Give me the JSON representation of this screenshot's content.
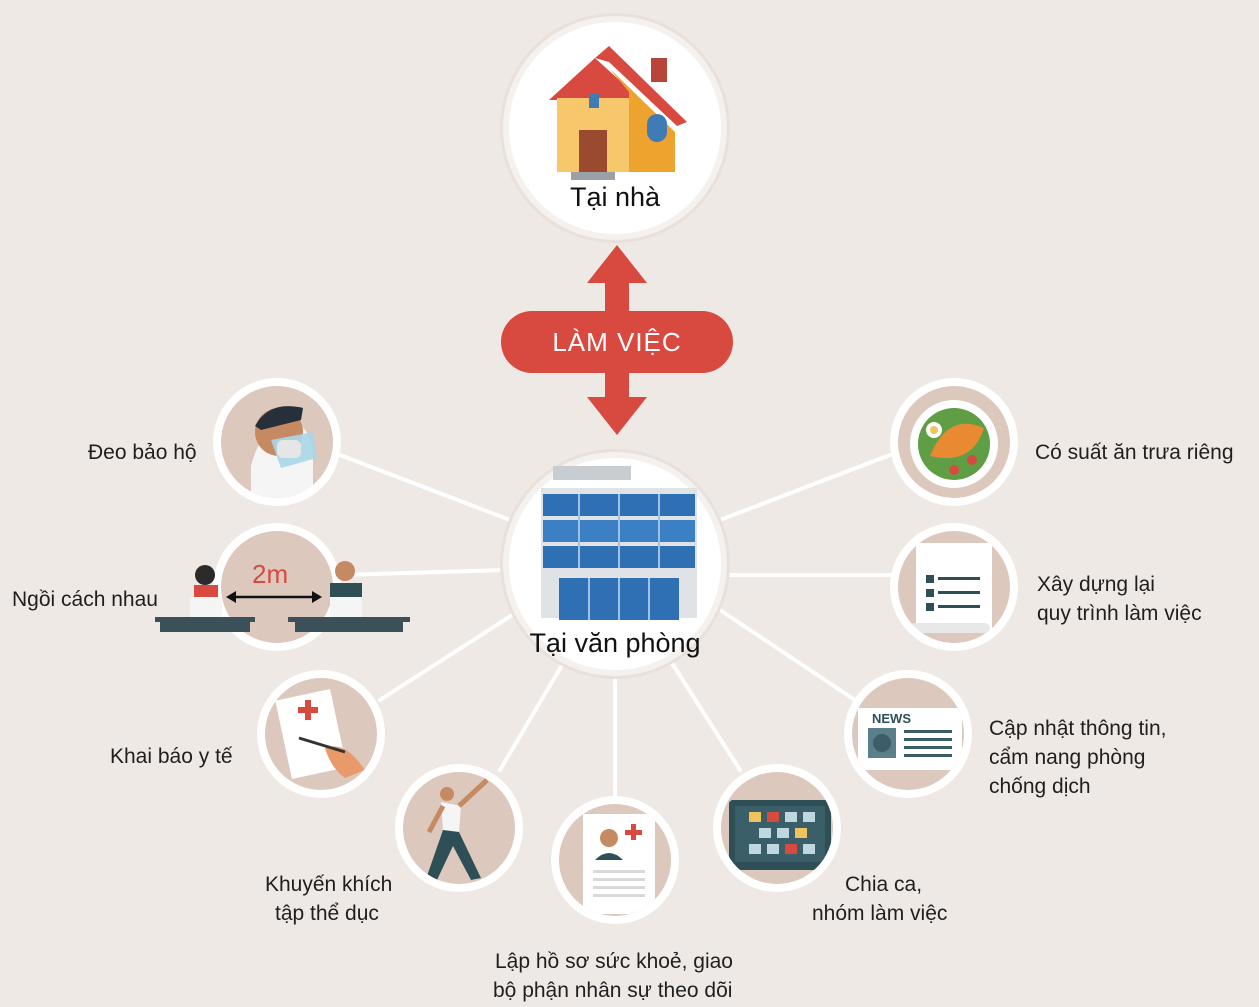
{
  "colors": {
    "background": "#efe9e5",
    "accent": "#d8493f",
    "node_fill": "#dcc8bd",
    "line": "#ffffff"
  },
  "home": {
    "title": "Tại nhà",
    "icon": "house-icon"
  },
  "work": {
    "label": "LÀM VIỆC",
    "icon": "double-arrow-icon"
  },
  "office": {
    "title": "Tại văn phòng",
    "icon": "office-building-icon"
  },
  "items": [
    {
      "id": "protective-gear",
      "text": "Đeo bảo hộ",
      "icon": "face-shield-icon"
    },
    {
      "id": "distance",
      "text": "Ngồi cách nhau",
      "icon": "distance-desks-icon",
      "badge": "2m"
    },
    {
      "id": "health-declaration",
      "text": "Khai báo y tế",
      "icon": "medical-form-icon"
    },
    {
      "id": "exercise",
      "text_lines": [
        "Khuyến khích",
        "tập thể dục"
      ],
      "icon": "exercise-icon"
    },
    {
      "id": "health-record",
      "text_lines": [
        "Lập hồ sơ sức khoẻ, giao",
        "bộ phận nhân sự theo dõi"
      ],
      "icon": "health-profile-icon"
    },
    {
      "id": "shifts",
      "text_lines": [
        "Chia ca,",
        "nhóm làm việc"
      ],
      "icon": "schedule-board-icon"
    },
    {
      "id": "news",
      "text_lines": [
        "Cập nhật thông tin,",
        "cẩm nang phòng",
        "chống dịch"
      ],
      "icon": "newspaper-icon",
      "badge": "NEWS"
    },
    {
      "id": "process",
      "text_lines": [
        "Xây dựng lại",
        "quy trình làm việc"
      ],
      "icon": "document-scroll-icon"
    },
    {
      "id": "lunch",
      "text": "Có suất ăn trưa riêng",
      "icon": "salad-plate-icon"
    }
  ]
}
